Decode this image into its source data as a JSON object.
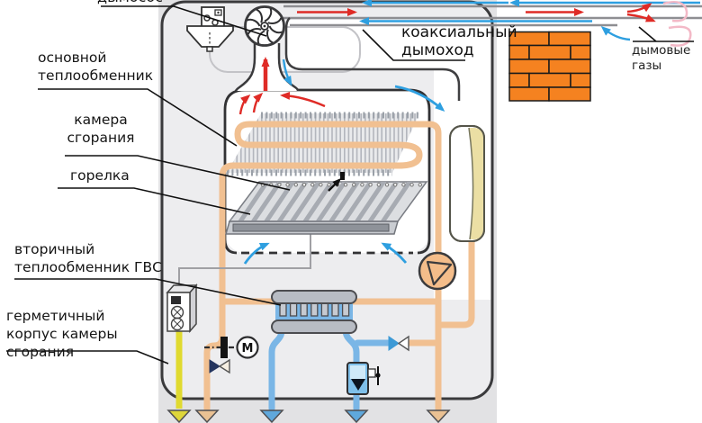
{
  "labels": {
    "fan": "дымосос",
    "main_heat_exchanger": "основной теплообменник",
    "combustion_chamber": "камера сгорания",
    "burner": "горелка",
    "secondary_heat_exchanger": "вторичный теплообменник ГВС",
    "sealed_housing": "герметичный корпус камеры сгорания",
    "coaxial_flue": "коаксиальный дымоход",
    "flue_gases": "дымовые газы",
    "pump_motor": "M"
  },
  "colors": {
    "flue_gas_red": "#df2b26",
    "intake_air_blue": "#2e9fe0",
    "heating_water_pipe": "#f1c091",
    "dhw_water_pipe": "#7ab6e6",
    "gas_pipe_yellow": "#e0da30",
    "brick_wall_orange": "#f58220",
    "tank_membrane_cream": "#ebdfa4",
    "case_outline_gray": "#3a3a3c",
    "smoke_pink": "#f3b9c7"
  }
}
